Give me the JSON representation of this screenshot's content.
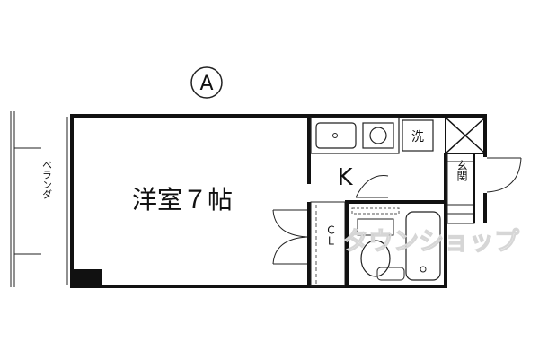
{
  "compass": {
    "label": "A"
  },
  "rooms": {
    "western_room": "洋室７帖",
    "kitchen": "K",
    "closet": "ＣＬ",
    "washer": "洗",
    "entrance": "玄関",
    "veranda": "ベランダ"
  },
  "watermark": "タウンショップ",
  "colors": {
    "wall": "#111111",
    "line": "#222222",
    "background": "#ffffff",
    "watermark": "#d6d6d6"
  }
}
